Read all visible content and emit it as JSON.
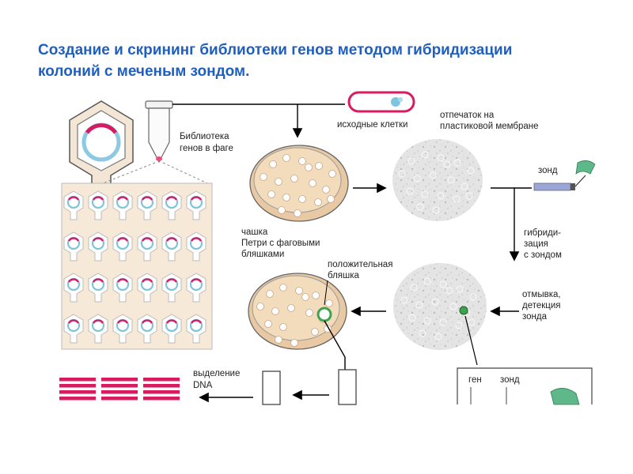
{
  "title": {
    "line1": "Создание и скрининг библиотеки генов методом гибридизации",
    "line2": "колоний с меченым зондом."
  },
  "labels": {
    "library_line1": "Библиотека",
    "library_line2": "генов в фаге",
    "initial_cells": "исходные клетки",
    "imprint_line1": "отпечаток на",
    "imprint_line2": "пластиковой мембране",
    "probe": "зонд",
    "petri_line1": "чашка",
    "petri_line2": "Петри с фаговыми",
    "petri_line3": "бляшками",
    "hybrid_line1": "гибриди-",
    "hybrid_line2": "зация",
    "hybrid_line3": "с зондом",
    "positive_line1": "положительная",
    "positive_line2": "бляшка",
    "wash_line1": "отмывка,",
    "wash_line2": "детекция",
    "wash_line3": "зонда",
    "dna_line1": "выделение",
    "dna_line2": "DNA",
    "gene": "ген",
    "probe_box": "зонд"
  },
  "colors": {
    "title": "#1f5fbf",
    "plate_fill": "#f2d9b8",
    "plaque": "#ffffff",
    "membrane": "#e2e2e2",
    "insert": "#d81b60",
    "plasmid_blue": "#7fc4df",
    "flag": "#5fb88a",
    "probe_bar": "#9aa6d8",
    "positive_spot": "#3fa34d"
  }
}
